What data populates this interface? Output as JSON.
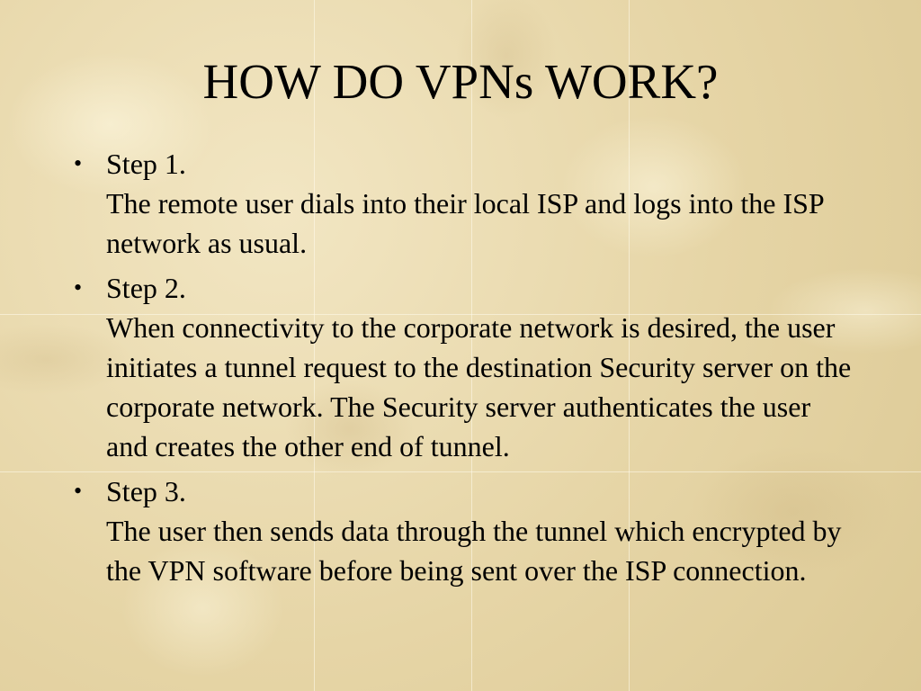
{
  "slide": {
    "title": "HOW DO VPNs WORK?",
    "bullet_symbol": "•",
    "steps": [
      {
        "label": "Step 1.",
        "text": "The remote user dials into their local ISP and logs into the ISP network as usual."
      },
      {
        "label": "Step 2.",
        "text": "When connectivity to the corporate network is desired, the user initiates a tunnel request to the destination Security server on the corporate network. The Security server authenticates the user and creates the other end of tunnel."
      },
      {
        "label": "Step 3.",
        "text": "The user then sends data through the tunnel which encrypted by the VPN software before being sent over the ISP connection."
      }
    ]
  },
  "colors": {
    "background": "#e9d9ad",
    "text": "#000000"
  }
}
